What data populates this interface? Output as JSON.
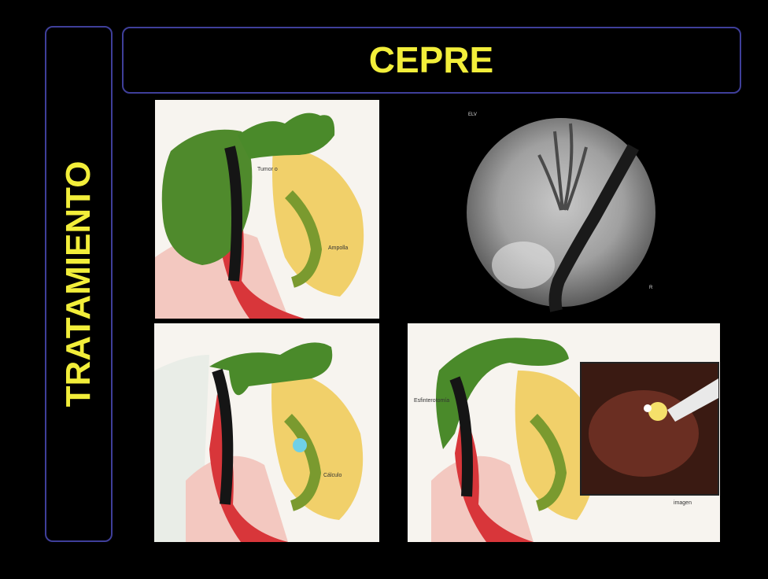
{
  "slide": {
    "title": "CEPRE",
    "side_label": "TRATAMIENTO"
  },
  "colors": {
    "background": "#000000",
    "frame_border": "#3f3f9a",
    "title_text": "#f2ee3a",
    "gallbladder": "#4f8a2c",
    "pancreas": "#f1d06a",
    "duodenum": "#d63a3a"
  },
  "panels": [
    {
      "name": "illustration-gallbladder-obstruction",
      "kind": "anatomical-drawing"
    },
    {
      "name": "fluoroscopy-cholangiogram",
      "kind": "x-ray"
    },
    {
      "name": "illustration-stone-in-duct",
      "kind": "anatomical-drawing"
    },
    {
      "name": "illustration-stone-extraction-with-endoscopic-inset",
      "kind": "anatomical-drawing"
    }
  ]
}
